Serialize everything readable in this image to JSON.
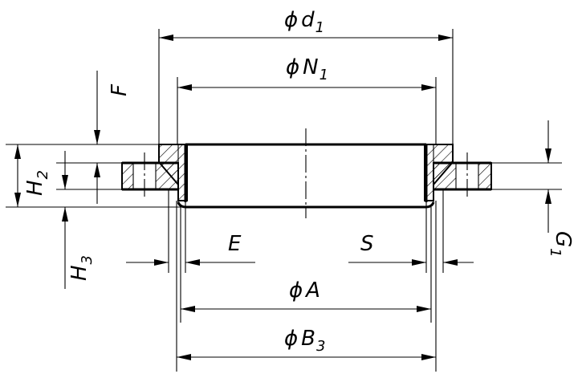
{
  "dimensions": {
    "d1": {
      "symbol": "ϕ",
      "letter": "d",
      "sub": "1"
    },
    "N1": {
      "symbol": "ϕ",
      "letter": "N",
      "sub": "1"
    },
    "A": {
      "symbol": "ϕ",
      "letter": "A"
    },
    "B3": {
      "symbol": "ϕ",
      "letter": "B",
      "sub": "3"
    },
    "F": {
      "letter": "F"
    },
    "H2": {
      "letter": "H",
      "sub": "2"
    },
    "H3": {
      "letter": "H",
      "sub": "3"
    },
    "E": {
      "letter": "E"
    },
    "S": {
      "letter": "S"
    },
    "G1": {
      "letter": "G",
      "sub": "1"
    }
  }
}
